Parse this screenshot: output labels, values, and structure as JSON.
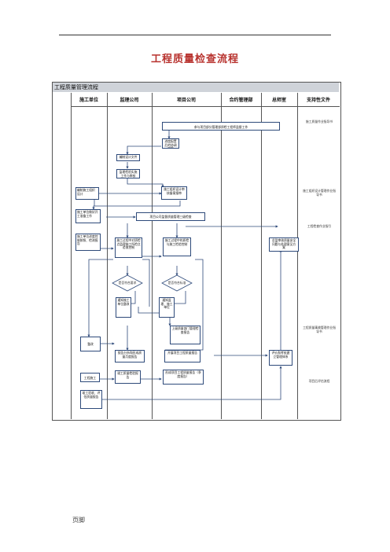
{
  "doc_title": "工程质量检查流程",
  "footer": "页脚",
  "flow": {
    "title": "工程质量管理流程",
    "columns": [
      "施工单位",
      "监理公司",
      "项目公司",
      "合约管理部",
      "总师室",
      "支持性文件"
    ],
    "boxes": {
      "b1": "参与项目部分管理部质检工程师监督工作",
      "b2": "进度配置后的协调实施",
      "b3": "编制设计文件",
      "b4": "监理检验实施工作与审核",
      "b5": "编制施工组织设计",
      "b6": "施工组织设计审核备案报审",
      "b7": "施工单位做好开工准备工作",
      "b8": "项目公司监督质量管理三级检查",
      "b9": "施工过程中对质检点监理施工所检点验收控制",
      "b10": "施工过程中的质检与施工检验控制",
      "b11": "施工单位进度控制按照、检测报告",
      "b12": "是否符合要求",
      "b13": "是否符合标准",
      "b14": "通知施工单位整改",
      "b15": "通知监理、施工单位",
      "b16": "上级质量部门管理检查报告",
      "b17": "总监审核质量安全问题与处理意见方案",
      "b18": "整改",
      "b19": "报告分析和形成质量月度报告",
      "b20": "开展项目工程质量报告",
      "b21": "评价和考核建立管理体系",
      "b22": "工程施工",
      "b23": "竣工质量检验报告",
      "b24": "形成项目工程质量报告（季度报告）",
      "b25": "竣工验收、评估质量报告"
    },
    "docs": [
      "施工质量作业指导书",
      "施工组织设计管理作业指导书",
      "工程检查作业指引",
      "工程质量事故管理作业指导书",
      "项目后评估流程"
    ]
  }
}
